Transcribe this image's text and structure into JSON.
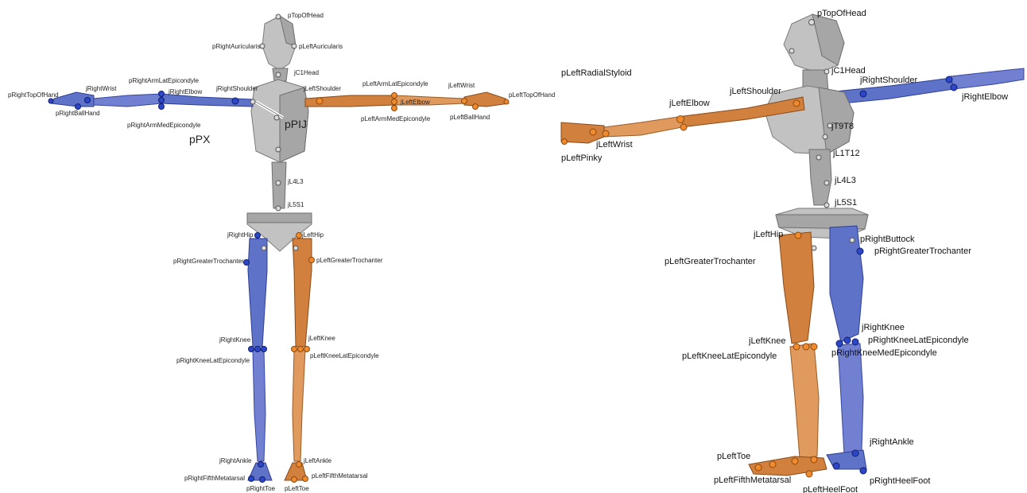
{
  "left_view": {
    "markers": {
      "pTopOfHead": "pTopOfHead",
      "pRightAuricularis": "pRightAuricularis",
      "pLeftAuricularis": "pLeftAuricularis",
      "jC1Head": "jC1Head",
      "pRightTopOfHand": "pRightTopOfHand",
      "jRightWrist": "jRightWrist",
      "pRightArmLatEpicondyle": "pRightArmLatEpicondyle",
      "jRightElbow": "jRightElbow",
      "jRightShoulder": "jRightShoulder",
      "jLeftShoulder": "jLeftShoulder",
      "pLeftArmLatEpicondyle": "pLeftArmLatEpicondyle",
      "jLeftWrist": "jLeftWrist",
      "pLeftTopOfHand": "pLeftTopOfHand",
      "jLeftElbow": "jLeftElbow",
      "pRightBallHand": "pRightBallHand",
      "pRightArmMedEpicondyle": "pRightArmMedEpicondyle",
      "pLeftArmMedEpicondyle": "pLeftArmMedEpicondyle",
      "pLeftBallHand": "pLeftBallHand",
      "pPIJ": "pPIJ",
      "pPX": "pPX",
      "jL4L3": "jL4L3",
      "jL5S1": "jL5S1",
      "jRightHip": "jRightHip",
      "jLeftHip": "jLeftHip",
      "pRightGreaterTrochanter": "pRightGreaterTrochanter",
      "pLeftGreaterTrochanter": "pLeftGreaterTrochanter",
      "jRightKnee": "jRightKnee",
      "jLeftKnee": "jLeftKnee",
      "pRightKneeLatEpicondyle": "pRightKneeLatEpicondyle",
      "pLeftKneeLatEpicondyle": "pLeftKneeLatEpicondyle",
      "jRightAnkle": "jRightAnkle",
      "jLeftAnkle": "jLeftAnkle",
      "pRightFifthMetatarsal": "pRightFifthMetatarsal",
      "pLeftFifthMetatarsal": "pLeftFifthMetatarsal",
      "pRightToe": "pRightToe",
      "pLeftToe": "pLeftToe"
    }
  },
  "right_view": {
    "markers": {
      "pTopOfHead": "pTopOfHead",
      "jC1Head": "jC1Head",
      "jRightShoulder": "jRightShoulder",
      "jRightElbow": "jRightElbow",
      "pLeftRadialStyloid": "pLeftRadialStyloid",
      "jLeftShoulder": "jLeftShoulder",
      "jLeftElbow": "jLeftElbow",
      "jLeftWrist": "jLeftWrist",
      "pLeftPinky": "pLeftPinky",
      "jT9T8": "jT9T8",
      "jL1T12": "jL1T12",
      "jL4L3": "jL4L3",
      "jL5S1": "jL5S1",
      "jLeftHip": "jLeftHip",
      "pRightButtock": "pRightButtock",
      "pRightGreaterTrochanter": "pRightGreaterTrochanter",
      "pLeftGreaterTrochanter": "pLeftGreaterTrochanter",
      "jRightKnee": "jRightKnee",
      "jLeftKnee": "jLeftKnee",
      "pRightKneeLatEpicondyle": "pRightKneeLatEpicondyle",
      "pRightKneeMedEpicondyle": "pRightKneeMedEpicondyle",
      "pLeftKneeLatEpicondyle": "pLeftKneeLatEpicondyle",
      "jRightAnkle": "jRightAnkle",
      "pLeftToe": "pLeftToe",
      "pLeftFifthMetatarsal": "pLeftFifthMetatarsal",
      "pLeftHeelFoot": "pLeftHeelFoot",
      "pRightHeelFoot": "pRightHeelFoot"
    }
  },
  "colors": {
    "right_side": "#5e72c8",
    "left_side": "#d2803e",
    "trunk": "#a6a6a6"
  }
}
